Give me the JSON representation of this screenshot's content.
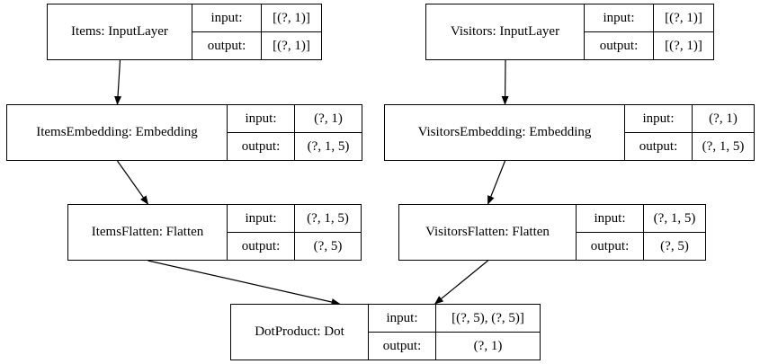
{
  "io_labels": {
    "input": "input:",
    "output": "output:"
  },
  "nodes": {
    "items_input": {
      "name": "Items: InputLayer",
      "input": "[(?, 1)]",
      "output": "[(?, 1)]"
    },
    "visitors_input": {
      "name": "Visitors: InputLayer",
      "input": "[(?, 1)]",
      "output": "[(?, 1)]"
    },
    "items_embedding": {
      "name": "ItemsEmbedding: Embedding",
      "input": "(?, 1)",
      "output": "(?, 1, 5)"
    },
    "visitors_embedding": {
      "name": "VisitorsEmbedding: Embedding",
      "input": "(?, 1)",
      "output": "(?, 1, 5)"
    },
    "items_flatten": {
      "name": "ItemsFlatten: Flatten",
      "input": "(?, 1, 5)",
      "output": "(?, 5)"
    },
    "visitors_flatten": {
      "name": "VisitorsFlatten: Flatten",
      "input": "(?, 1, 5)",
      "output": "(?, 5)"
    },
    "dot_product": {
      "name": "DotProduct: Dot",
      "input": "[(?, 5), (?, 5)]",
      "output": "(?, 1)"
    }
  },
  "edges": [
    [
      "items_input",
      "items_embedding"
    ],
    [
      "visitors_input",
      "visitors_embedding"
    ],
    [
      "items_embedding",
      "items_flatten"
    ],
    [
      "visitors_embedding",
      "visitors_flatten"
    ],
    [
      "items_flatten",
      "dot_product"
    ],
    [
      "visitors_flatten",
      "dot_product"
    ]
  ]
}
